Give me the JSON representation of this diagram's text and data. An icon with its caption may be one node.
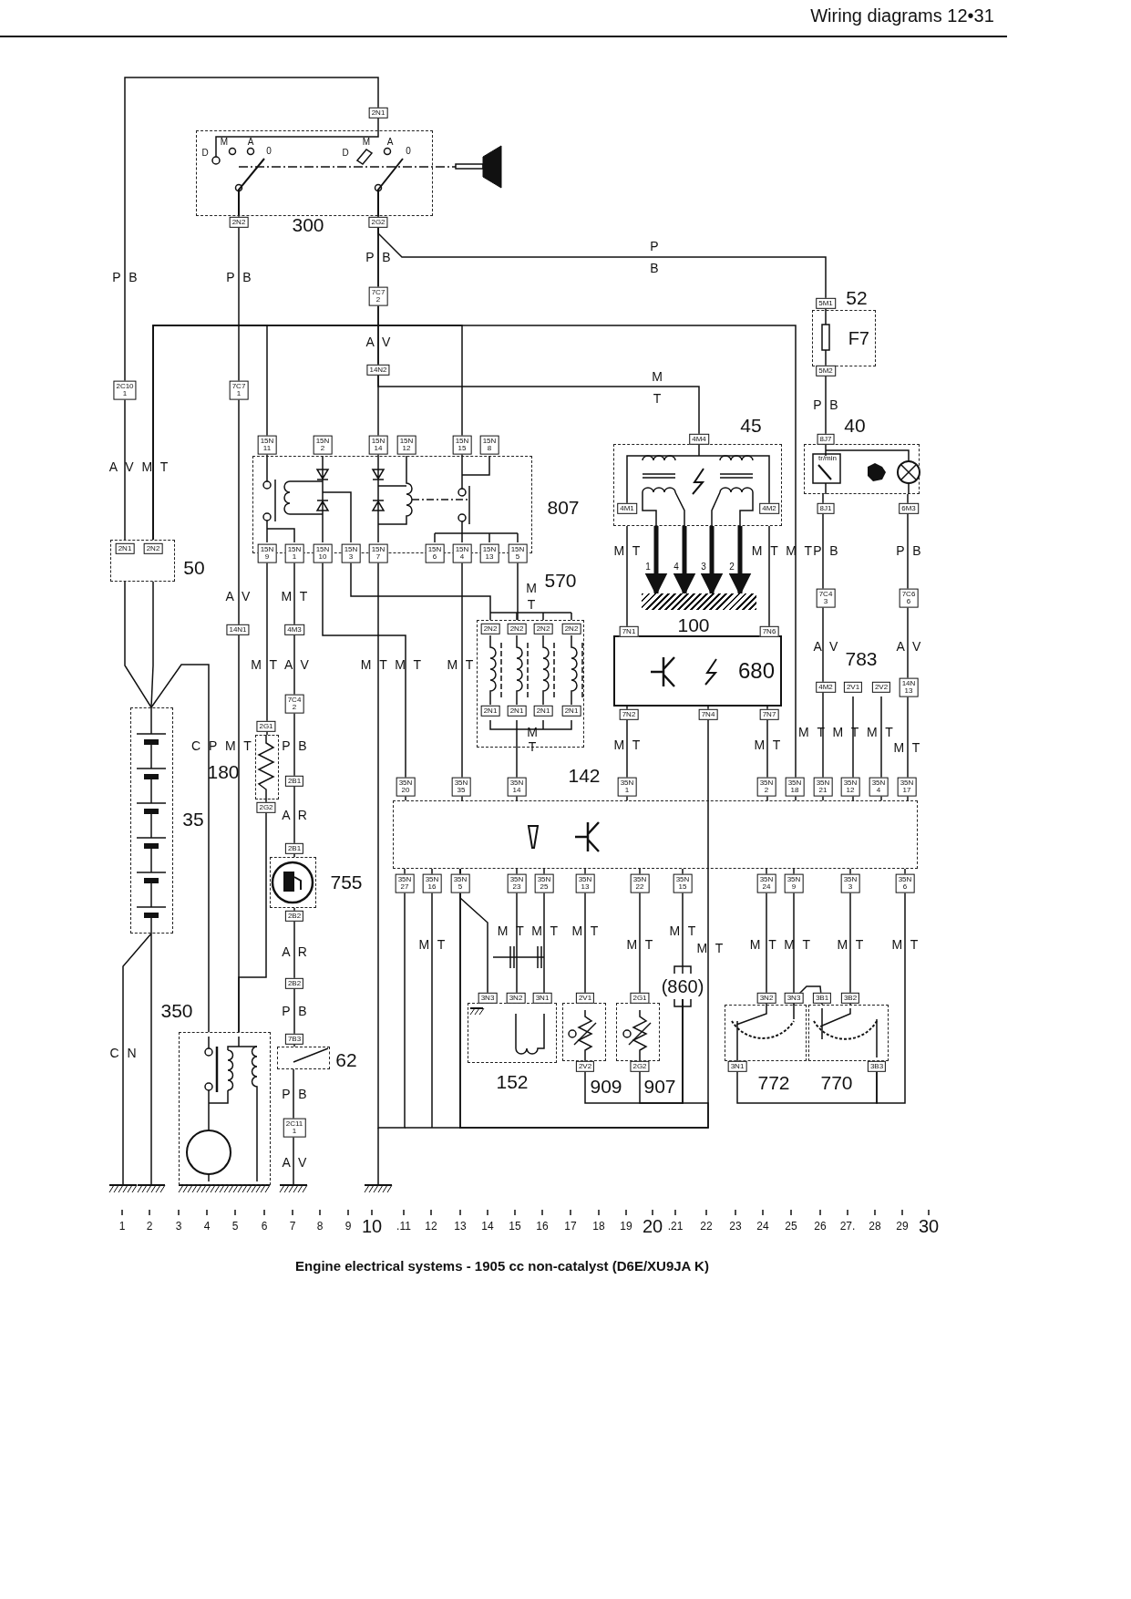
{
  "diagram": {
    "caption": "Engine electrical systems - 1905 cc non-catalyst (D6E/XU9JA K)",
    "nodes": [
      {
        "text": [],
        "shape": "box",
        "beside": [
          "300"
        ]
      },
      {
        "text": [],
        "shape": "box",
        "beside": [
          "807"
        ]
      },
      {
        "text": [],
        "shape": "box",
        "beside": [
          "50"
        ]
      },
      {
        "text": [],
        "shape": "box",
        "beside": [
          "35"
        ]
      },
      {
        "text": [],
        "shape": "box",
        "beside": [
          "180"
        ]
      },
      {
        "text": [],
        "shape": "box",
        "beside": [
          "755"
        ]
      },
      {
        "text": [],
        "shape": "box",
        "beside": [
          "350"
        ]
      },
      {
        "text": [],
        "shape": "box",
        "beside": [
          "62"
        ]
      },
      {
        "text": [],
        "shape": "box",
        "beside": [
          "570"
        ]
      },
      {
        "text": [],
        "shape": "box",
        "beside": [
          "45"
        ]
      },
      {
        "text": [],
        "shape": "bar",
        "beside": [
          "100"
        ]
      },
      {
        "text": [
          "680"
        ]
      },
      {
        "text": [
          "F7"
        ],
        "beside": [
          "52"
        ]
      },
      {
        "text": [],
        "shape": "box",
        "beside": [
          "40"
        ]
      },
      {
        "text": [],
        "shape": "box",
        "beside": [
          "142"
        ]
      },
      {
        "text": [],
        "shape": "box",
        "beside": [
          "152"
        ]
      },
      {
        "text": [],
        "shape": "box",
        "beside": [
          "909"
        ]
      },
      {
        "text": [],
        "shape": "box",
        "beside": [
          "907"
        ]
      },
      {
        "text": [
          "(860)"
        ]
      },
      {
        "text": [],
        "shape": "box",
        "beside": [
          "772"
        ]
      },
      {
        "text": [],
        "shape": "box",
        "beside": [
          "770"
        ]
      }
    ],
    "edges": [
      {
        "from": 0,
        "to": 2,
        "arrow": "none"
      },
      {
        "from": 0,
        "to": 6,
        "arrow": "none"
      },
      {
        "from": 0,
        "to": 12,
        "arrow": "none"
      },
      {
        "from": 0,
        "to": 1,
        "arrow": "none"
      },
      {
        "from": 0,
        "to": 9,
        "arrow": "none"
      },
      {
        "from": 2,
        "to": 1,
        "arrow": "none"
      },
      {
        "from": 2,
        "to": 1,
        "arrow": "none"
      },
      {
        "from": 2,
        "to": 14,
        "arrow": "none"
      },
      {
        "from": 2,
        "to": 3,
        "arrow": "none"
      },
      {
        "from": 2,
        "to": 3,
        "arrow": "none"
      },
      {
        "from": 3,
        "to": 6,
        "arrow": "none"
      },
      {
        "from": 1,
        "to": 4,
        "arrow": "none"
      },
      {
        "from": 1,
        "to": 5,
        "arrow": "none"
      },
      {
        "from": 1,
        "to": 14,
        "arrow": "none"
      },
      {
        "from": 1,
        "to": 8,
        "arrow": "none"
      },
      {
        "from": 1,
        "to": 14,
        "arrow": "none"
      },
      {
        "from": 1,
        "to": 8,
        "arrow": "none"
      },
      {
        "from": 1,
        "to": 14,
        "arrow": "none"
      },
      {
        "from": 8,
        "to": 14,
        "arrow": "none"
      },
      {
        "from": 5,
        "to": 7,
        "arrow": "none"
      },
      {
        "from": 4,
        "to": 6,
        "arrow": "none"
      },
      {
        "from": 9,
        "to": 10,
        "arrow": "to",
        "style": "thick"
      },
      {
        "from": 9,
        "to": 10,
        "arrow": "to",
        "style": "thick"
      },
      {
        "from": 9,
        "to": 10,
        "arrow": "to",
        "style": "thick"
      },
      {
        "from": 9,
        "to": 10,
        "arrow": "to",
        "style": "thick"
      },
      {
        "from": 9,
        "to": 11,
        "arrow": "none"
      },
      {
        "from": 9,
        "to": 11,
        "arrow": "none"
      },
      {
        "from": 11,
        "to": 14,
        "arrow": "none"
      },
      {
        "from": 11,
        "to": 14,
        "arrow": "none"
      },
      {
        "from": 11,
        "to": 14,
        "arrow": "none"
      },
      {
        "from": 12,
        "to": 13,
        "arrow": "none"
      },
      {
        "from": 13,
        "to": 14,
        "arrow": "none"
      },
      {
        "from": 13,
        "to": 14,
        "arrow": "none"
      },
      {
        "from": 14,
        "to": 15,
        "arrow": "none"
      },
      {
        "from": 14,
        "to": 15,
        "arrow": "none"
      },
      {
        "from": 14,
        "to": 15,
        "arrow": "none"
      },
      {
        "from": 14,
        "to": 16,
        "arrow": "none"
      },
      {
        "from": 14,
        "to": 17,
        "arrow": "none"
      },
      {
        "from": 14,
        "to": 18,
        "arrow": "none"
      },
      {
        "from": 14,
        "to": 19,
        "arrow": "none"
      },
      {
        "from": 14,
        "to": 19,
        "arrow": "none"
      },
      {
        "from": 14,
        "to": 20,
        "arrow": "none"
      },
      {
        "from": 14,
        "to": 20,
        "arrow": "none"
      },
      {
        "from": 19,
        "to": 20,
        "arrow": "none"
      },
      {
        "from": 19,
        "to": 20,
        "arrow": "none"
      },
      {
        "from": 16,
        "to": 18,
        "arrow": "none"
      },
      {
        "from": 17,
        "to": 18,
        "arrow": "none"
      },
      {
        "from": 18,
        "to": 14,
        "arrow": "none"
      }
    ],
    "labels": [
      "Wiring diagrams 12•31",
      "D",
      "M",
      "A",
      "0",
      "D",
      "M",
      "A",
      "0",
      "2N1",
      "2N2",
      "2G2",
      "P B",
      "P B",
      "P B",
      "P",
      "B",
      "7C7 2",
      "A V",
      "14N2",
      "M",
      "T",
      "2C10 1",
      "7C7 1",
      "15N 11",
      "15N 2",
      "15N 14",
      "15N 12",
      "15N 15",
      "15N 8",
      "4M4",
      "5M1",
      "5M2",
      "P B",
      "8J7",
      "A V M T",
      "tr/min",
      "2N1",
      "2N2",
      "15N 9",
      "15N 1",
      "15N 10",
      "15N 3",
      "15N 7",
      "15N 6",
      "15N 4",
      "15N 13",
      "15N 5",
      "4M1",
      "4M2",
      "8J1",
      "6M3",
      "M T",
      "M T M T",
      "P B",
      "P B",
      "M",
      "T",
      "1",
      "4",
      "3",
      "2",
      "A V",
      "M T",
      "7C4 3",
      "7C6 6",
      "2N2",
      "2N2",
      "2N2",
      "2N2",
      "7N1",
      "7N6",
      "14N1",
      "4M3",
      "A V",
      "A V",
      "783",
      "M T A V",
      "M T M T",
      "M T",
      "4M2",
      "2V1",
      "2V2",
      "14N 13",
      "7C4 2",
      "2N1",
      "2N1",
      "2N1",
      "2N1",
      "7N2",
      "7N4",
      "7N7",
      "2G1",
      "C P M T",
      "P B",
      "M",
      "T",
      "M T",
      "M T",
      "M T M T M T",
      "M T",
      "2B1",
      "35N 20",
      "35N 35",
      "35N 14",
      "35N 1",
      "35N 2",
      "35N 18",
      "35N 21",
      "35N 12",
      "35N 4",
      "35N 17",
      "2G2",
      "A R",
      "2B1",
      "35N 27",
      "35N 16",
      "35N 5",
      "35N 23",
      "35N 25",
      "35N 13",
      "35N 22",
      "35N 15",
      "35N 24",
      "35N 9",
      "35N 3",
      "35N 6",
      "2B2",
      "M T M T",
      "M T",
      "M T",
      "M T",
      "M T",
      "M T",
      "M T M T",
      "M T",
      "M T",
      "A R",
      "2B2",
      "3N3",
      "3N2",
      "3N1",
      "2V1",
      "2G1",
      "3N2",
      "3N3",
      "3B1",
      "3B2",
      "P B",
      "7B3",
      "C N",
      "2V2",
      "2G2",
      "3N1",
      "3B3",
      "P B",
      "2C11 1",
      "A V",
      "1",
      "2",
      "3",
      "4",
      "5",
      "6",
      "7",
      "8",
      "9",
      "10",
      ".11",
      "12",
      "13",
      "14",
      "15",
      "16",
      "17",
      "18",
      "19",
      "20",
      ".21",
      "22",
      "23",
      "24",
      "25",
      "26",
      "27.",
      "28",
      "29",
      "30"
    ]
  }
}
